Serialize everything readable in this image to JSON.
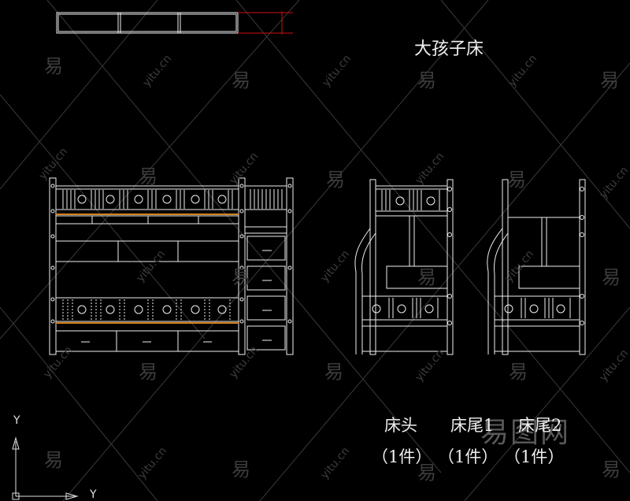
{
  "drawing": {
    "title": "大孩子床",
    "labels": [
      "床头",
      "床尾1",
      "床尾2"
    ],
    "counts": [
      "（1件）",
      "（1件）",
      "（1件）"
    ]
  },
  "watermark": {
    "glyph": "易",
    "url": "yitu.cn",
    "logo": "易图网"
  },
  "ucs": {
    "y_label": "Y",
    "x_label": "Y"
  },
  "colors": {
    "background": "#000000",
    "lines": "#f0f0f0",
    "dimension": "#d01010",
    "slat": "#d08020",
    "watermark": "#3c3c3c"
  }
}
